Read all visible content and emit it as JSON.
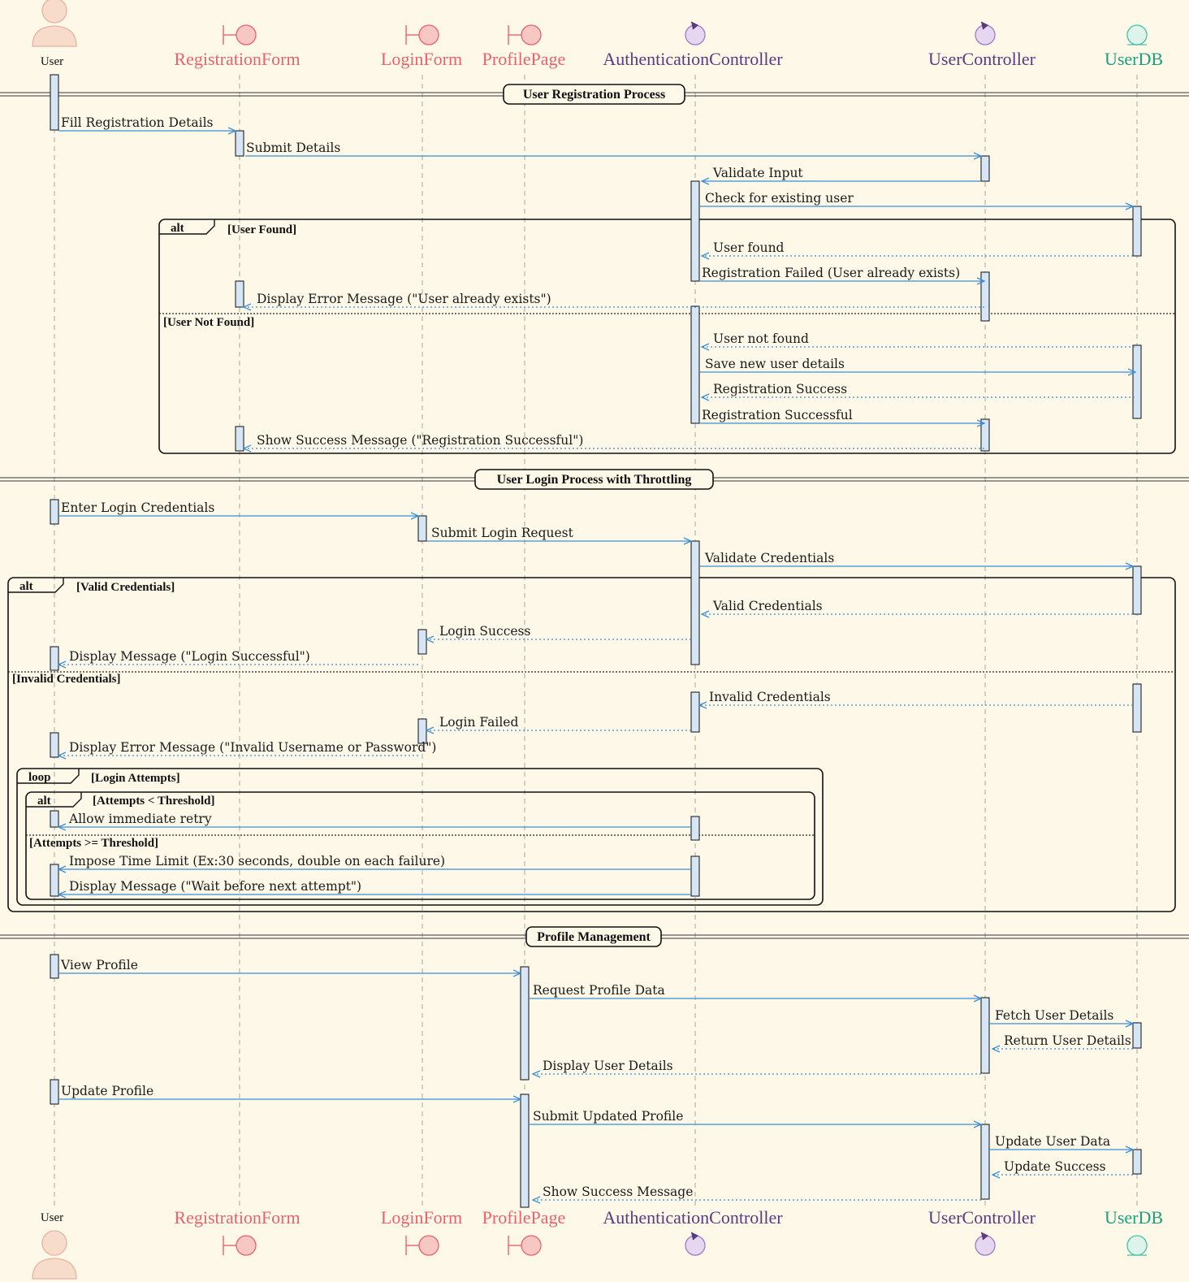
{
  "participants": [
    {
      "id": "user",
      "name": "User",
      "kind": "actor",
      "color": "#E8B3A0"
    },
    {
      "id": "regform",
      "name": "RegistrationForm",
      "kind": "boundary",
      "color": "#E8636B"
    },
    {
      "id": "loginform",
      "name": "LoginForm",
      "kind": "boundary",
      "color": "#E8636B"
    },
    {
      "id": "profilepage",
      "name": "ProfilePage",
      "kind": "boundary",
      "color": "#E8636B"
    },
    {
      "id": "authctrl",
      "name": "AuthenticationController",
      "kind": "control",
      "color": "#5B3A7E"
    },
    {
      "id": "userctrl",
      "name": "UserController",
      "kind": "control",
      "color": "#5B3A7E"
    },
    {
      "id": "userdb",
      "name": "UserDB",
      "kind": "entity",
      "color": "#1E9E7E"
    }
  ],
  "colors": {
    "background": "#FEF8E8",
    "arrow": "#3C8FD6",
    "activation_fill": "#D6E6F5",
    "lifeline": "#B8B4A8"
  },
  "sections": [
    {
      "id": "reg",
      "title": "User Registration Process"
    },
    {
      "id": "login",
      "title": "User Login Process with Throttling"
    },
    {
      "id": "profile",
      "title": "Profile Management"
    }
  ],
  "frames": [
    {
      "id": "f1",
      "kind": "alt",
      "conditions": [
        "[User Found]",
        "[User Not Found]"
      ]
    },
    {
      "id": "f2",
      "kind": "alt",
      "conditions": [
        "[Valid Credentials]",
        "[Invalid Credentials]"
      ]
    },
    {
      "id": "f3",
      "kind": "loop",
      "conditions": [
        "[Login Attempts]"
      ]
    },
    {
      "id": "f4",
      "kind": "alt",
      "conditions": [
        "[Attempts < Threshold]",
        "[Attempts >= Threshold]"
      ]
    }
  ],
  "messages": [
    {
      "from": "user",
      "to": "regform",
      "text": "Fill Registration Details",
      "style": "solid"
    },
    {
      "from": "regform",
      "to": "userctrl",
      "text": "Submit Details",
      "style": "solid"
    },
    {
      "from": "userctrl",
      "to": "authctrl",
      "text": "Validate Input",
      "style": "solid"
    },
    {
      "from": "authctrl",
      "to": "userdb",
      "text": "Check for existing user",
      "style": "solid"
    },
    {
      "from": "userdb",
      "to": "authctrl",
      "text": "User found",
      "style": "dotted"
    },
    {
      "from": "authctrl",
      "to": "userctrl",
      "text": "Registration Failed (User already exists)",
      "style": "solid"
    },
    {
      "from": "userctrl",
      "to": "regform",
      "text": "Display Error Message (\"User already exists\")",
      "style": "dotted"
    },
    {
      "from": "userdb",
      "to": "authctrl",
      "text": "User not found",
      "style": "dotted"
    },
    {
      "from": "authctrl",
      "to": "userdb",
      "text": "Save new user details",
      "style": "solid"
    },
    {
      "from": "userdb",
      "to": "authctrl",
      "text": "Registration Success",
      "style": "dotted"
    },
    {
      "from": "authctrl",
      "to": "userctrl",
      "text": "Registration Successful",
      "style": "solid"
    },
    {
      "from": "userctrl",
      "to": "regform",
      "text": "Show Success Message (\"Registration Successful\")",
      "style": "dotted"
    },
    {
      "from": "user",
      "to": "loginform",
      "text": "Enter Login Credentials",
      "style": "solid"
    },
    {
      "from": "loginform",
      "to": "authctrl",
      "text": "Submit Login Request",
      "style": "solid"
    },
    {
      "from": "authctrl",
      "to": "userdb",
      "text": "Validate Credentials",
      "style": "solid"
    },
    {
      "from": "userdb",
      "to": "authctrl",
      "text": "Valid Credentials",
      "style": "dotted"
    },
    {
      "from": "authctrl",
      "to": "loginform",
      "text": "Login Success",
      "style": "dotted"
    },
    {
      "from": "loginform",
      "to": "user",
      "text": "Display Message (\"Login Successful\")",
      "style": "dotted"
    },
    {
      "from": "userdb",
      "to": "authctrl",
      "text": "Invalid Credentials",
      "style": "dotted"
    },
    {
      "from": "authctrl",
      "to": "loginform",
      "text": "Login Failed",
      "style": "dotted"
    },
    {
      "from": "loginform",
      "to": "user",
      "text": "Display Error Message (\"Invalid Username or Password\")",
      "style": "dotted"
    },
    {
      "from": "authctrl",
      "to": "user",
      "text": "Allow immediate retry",
      "style": "solid"
    },
    {
      "from": "authctrl",
      "to": "user",
      "text": "Impose Time Limit (Ex:30 seconds, double on each failure)",
      "style": "solid"
    },
    {
      "from": "authctrl",
      "to": "user",
      "text": "Display Message (\"Wait before next attempt\")",
      "style": "solid"
    },
    {
      "from": "user",
      "to": "profilepage",
      "text": "View Profile",
      "style": "solid"
    },
    {
      "from": "profilepage",
      "to": "userctrl",
      "text": "Request Profile Data",
      "style": "solid"
    },
    {
      "from": "userctrl",
      "to": "userdb",
      "text": "Fetch User Details",
      "style": "solid"
    },
    {
      "from": "userdb",
      "to": "userctrl",
      "text": "Return User Details",
      "style": "dotted"
    },
    {
      "from": "userctrl",
      "to": "profilepage",
      "text": "Display User Details",
      "style": "dotted"
    },
    {
      "from": "user",
      "to": "profilepage",
      "text": "Update Profile",
      "style": "solid"
    },
    {
      "from": "profilepage",
      "to": "userctrl",
      "text": "Submit Updated Profile",
      "style": "solid"
    },
    {
      "from": "userctrl",
      "to": "userdb",
      "text": "Update User Data",
      "style": "solid"
    },
    {
      "from": "userdb",
      "to": "userctrl",
      "text": "Update Success",
      "style": "dotted"
    },
    {
      "from": "userctrl",
      "to": "profilepage",
      "text": "Show Success Message",
      "style": "dotted"
    }
  ]
}
